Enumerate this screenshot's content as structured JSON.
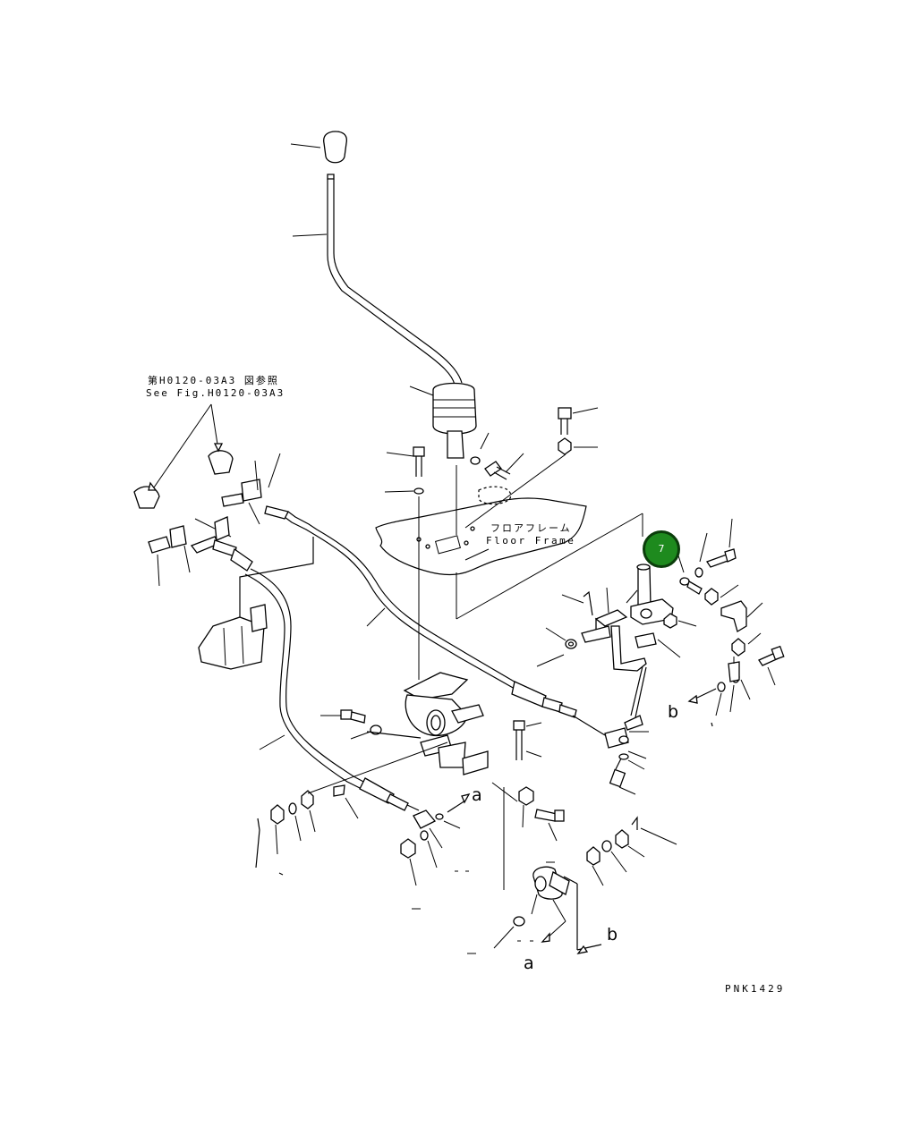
{
  "reference_note": {
    "japanese": "第H0120-03A3 図参照",
    "english": "See Fig.H0120-03A3"
  },
  "floor_frame_label": {
    "japanese": "フロアフレーム",
    "english": "Floor Frame"
  },
  "view_markers": {
    "a_upper": "a",
    "b_upper": "b",
    "a_lower": "a",
    "b_lower": "b"
  },
  "highlighted_part": {
    "number": "7",
    "color": "#1e8a1e",
    "border_color": "#0b3d0b"
  },
  "drawing_number": "PNK1429"
}
